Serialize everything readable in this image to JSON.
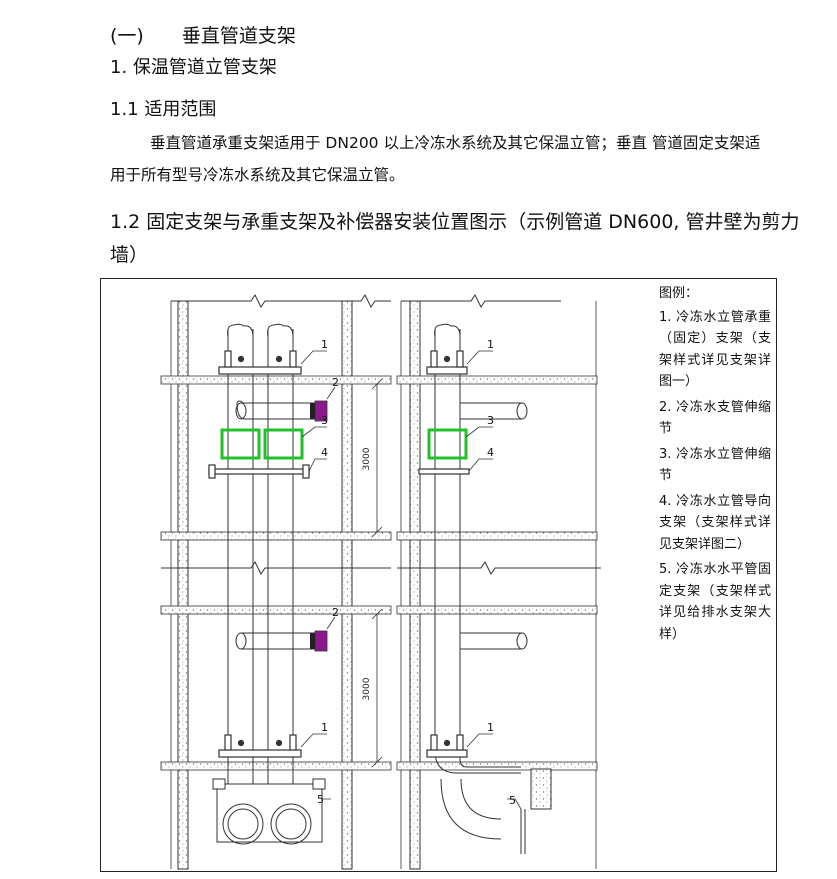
{
  "headings": {
    "section": "(一)　　垂直管道支架",
    "sub1": "1. 保温管道立管支架",
    "sub1_1": "1.1  适用范围",
    "sub1_2": "1.2  固定支架与承重支架及补偿器安装位置图示（示例管道 DN600, 管井壁为剪力墙）"
  },
  "paragraph": "垂直管道承重支架适用于 DN200 以上冷冻水系统及其它保温立管；垂直 管道固定支架适用于所有型号冷冻水系统及其它保温立管。",
  "figure": {
    "dimension_top": "3000",
    "dimension_bottom": "3000",
    "callouts": {
      "c1": "1",
      "c2": "2",
      "c3": "3",
      "c4": "4",
      "c5": "5"
    },
    "colors": {
      "line": "#333333",
      "expansion_joint": "#22c02a",
      "compensator": "#8a1a8a"
    }
  },
  "legend": {
    "title": "图例：",
    "items": [
      "1. 冷冻水立管承重（固定）支架（支架样式详见支架详图一）",
      "2. 冷冻水支管伸缩节",
      "3. 冷冻水立管伸缩节",
      "4. 冷冻水立管导向支架（支架样式详见支架详图二）",
      "5. 冷冻水水平管固定支架（支架样式详见给排水支架大样）"
    ]
  }
}
